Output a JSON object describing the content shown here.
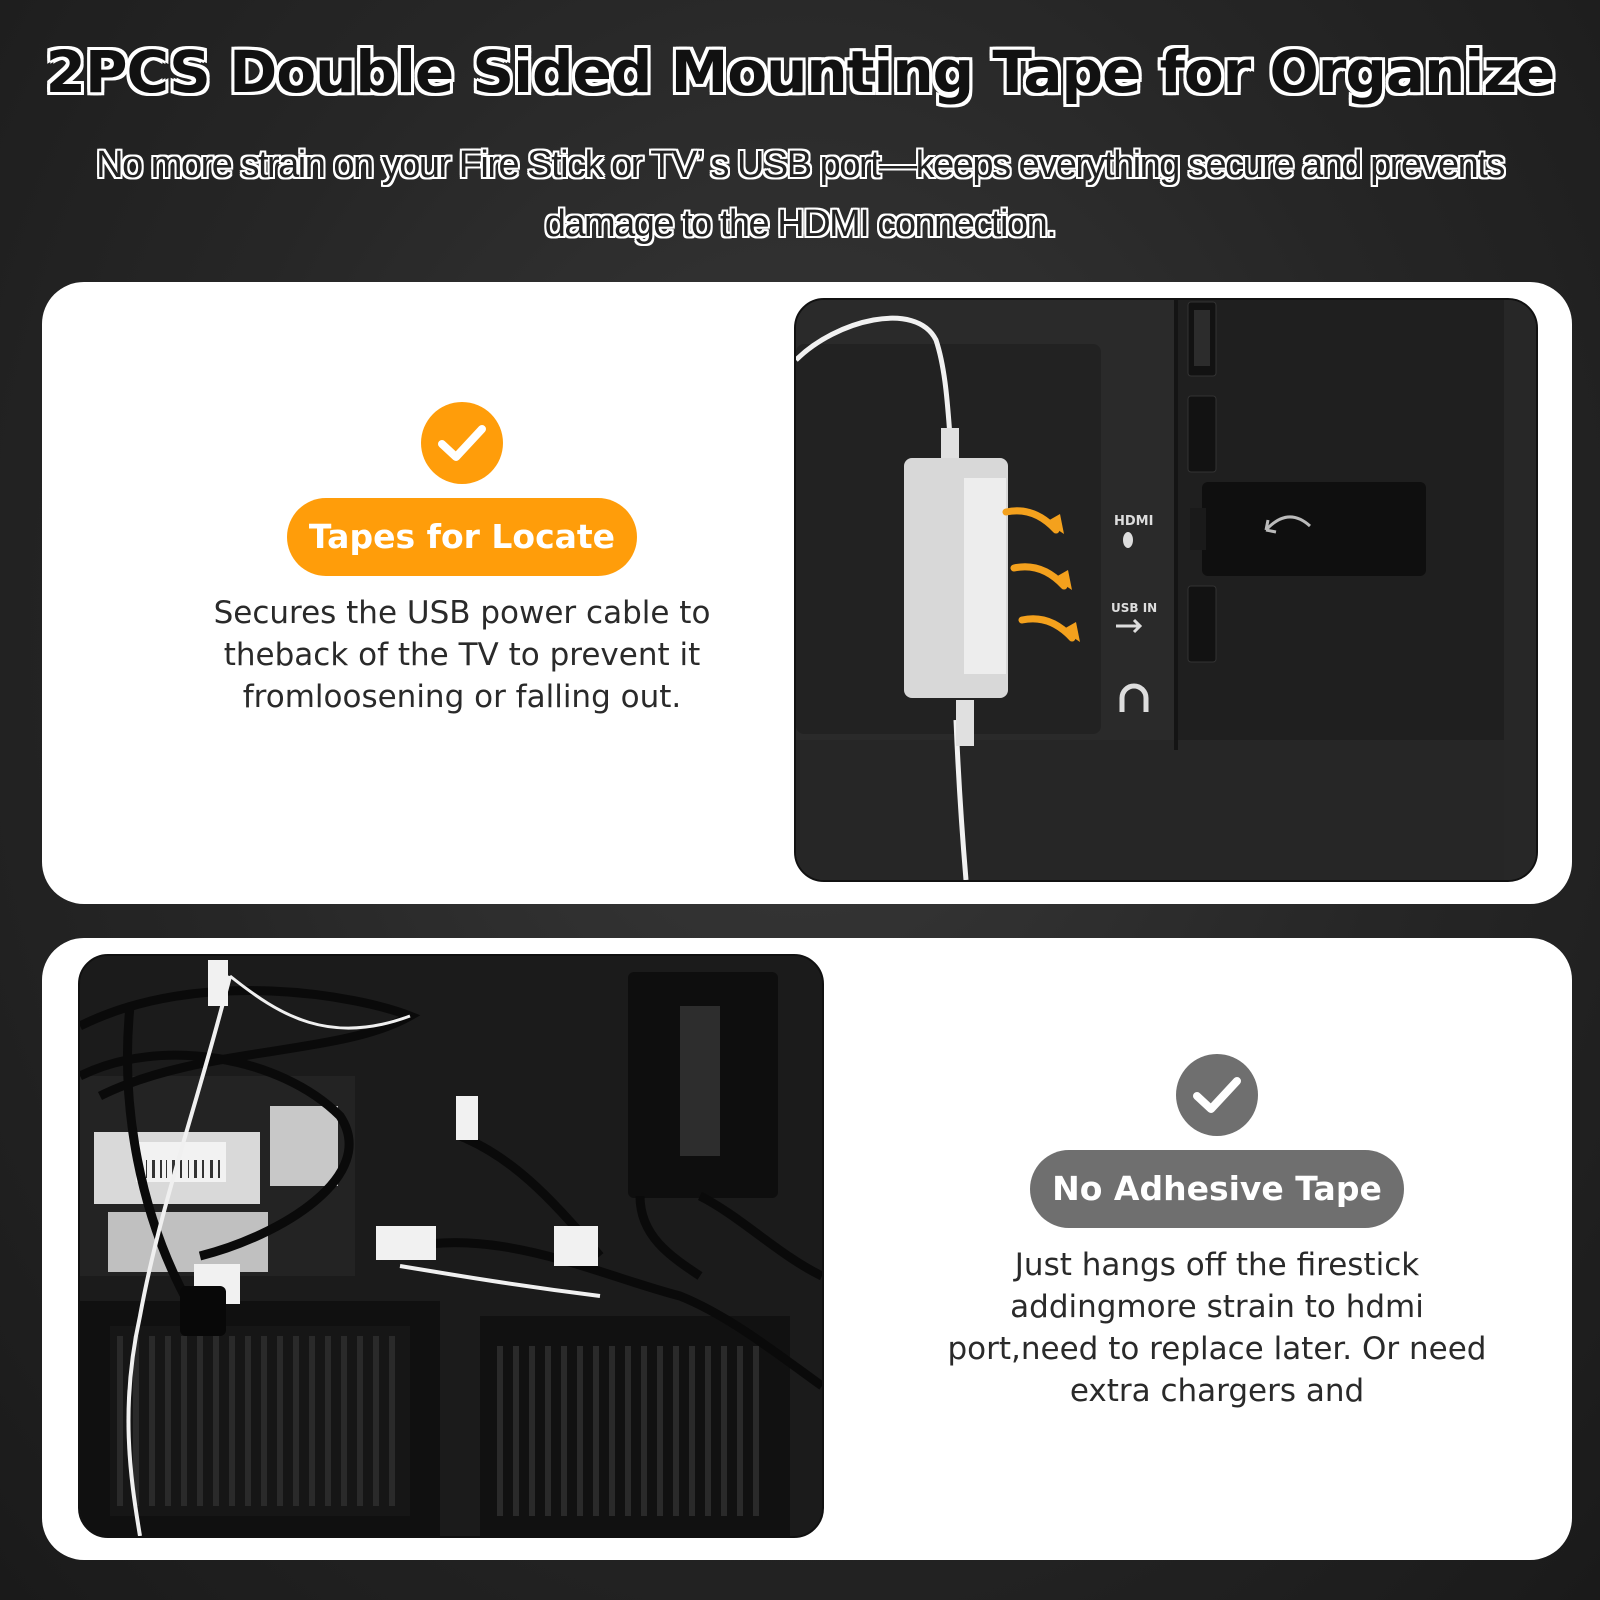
{
  "header": {
    "title": "2PCS Double Sided Mounting Tape for Organize",
    "subtitle": "No more strain on your Fire Stick or TV’ s USB port—keeps everything secure and prevents damage to the HDMI connection."
  },
  "good": {
    "label": "Tapes for Locate",
    "description": "Secures the USB power cable to theback of the TV to prevent it fromloosening or falling out.",
    "icon": "check-circle-icon",
    "accent": "#ff9d0a"
  },
  "bad": {
    "label": "No Adhesive Tape",
    "description": "Just hangs off the firestick addingmore strain to hdmi port,need to replace later. Or need extra chargers and",
    "icon": "check-circle-icon",
    "accent": "#6f6f6f"
  },
  "tv_panel": {
    "hdmi_label": "HDMI",
    "usb_label": "USB IN"
  },
  "colors": {
    "card": "#ffffff",
    "background": "#262626"
  }
}
